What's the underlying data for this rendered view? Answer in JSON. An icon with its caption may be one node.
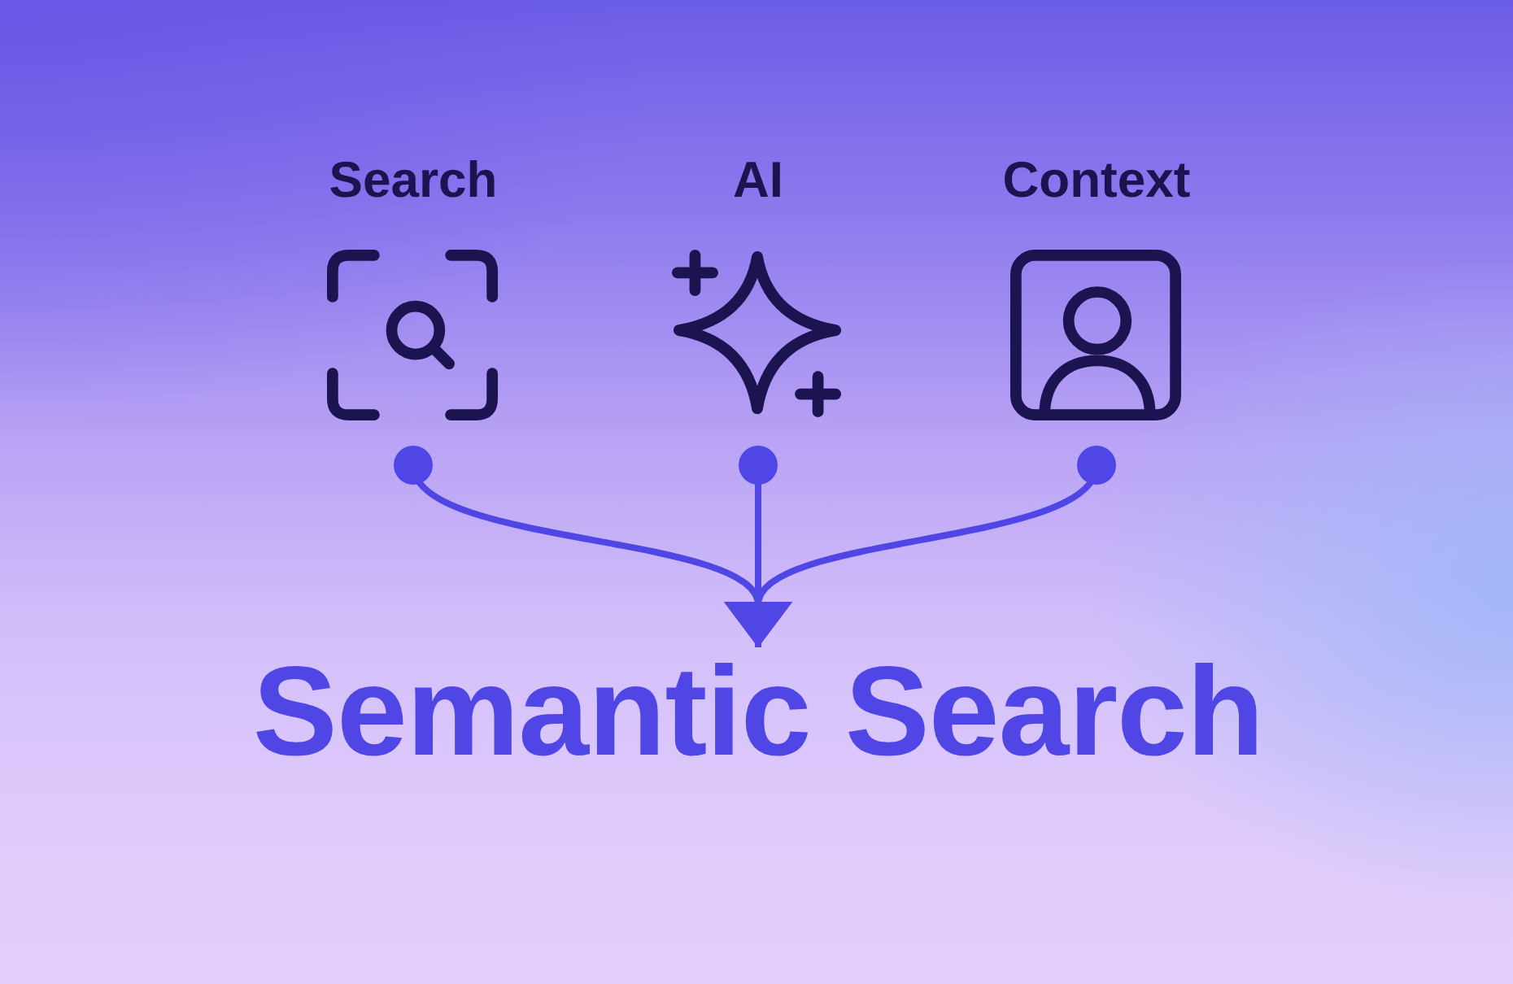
{
  "diagram": {
    "nodes": [
      {
        "text": [
          "Search"
        ]
      },
      {
        "text": [
          "AI"
        ]
      },
      {
        "text": [
          "Context"
        ]
      },
      {
        "text": [
          "Semantic Search"
        ]
      }
    ],
    "edges": [
      {
        "from": 0,
        "to": 3,
        "arrow": "to"
      },
      {
        "from": 1,
        "to": 3,
        "arrow": "to"
      },
      {
        "from": 2,
        "to": 3,
        "arrow": "to"
      }
    ]
  }
}
